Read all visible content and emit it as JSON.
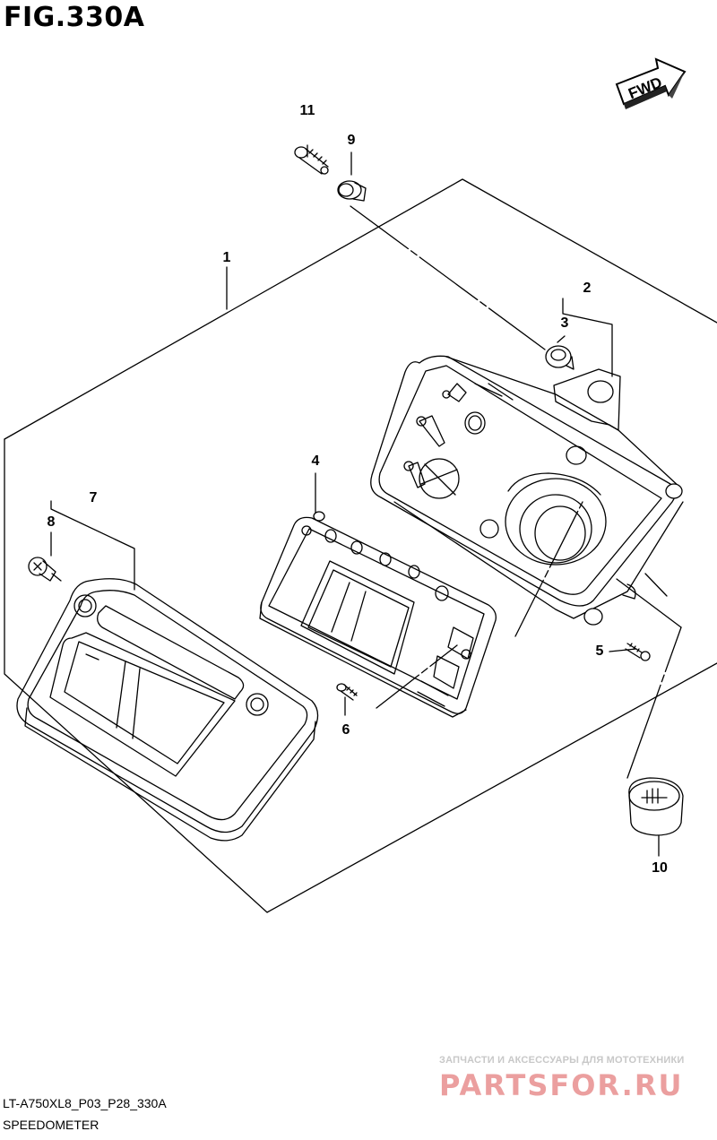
{
  "figure": {
    "title": "FIG.330A"
  },
  "direction_marker": {
    "label": "FWD"
  },
  "callouts": [
    {
      "id": "1",
      "label": "1"
    },
    {
      "id": "2",
      "label": "2"
    },
    {
      "id": "3",
      "label": "3"
    },
    {
      "id": "4",
      "label": "4"
    },
    {
      "id": "5",
      "label": "5"
    },
    {
      "id": "6",
      "label": "6"
    },
    {
      "id": "7",
      "label": "7"
    },
    {
      "id": "8",
      "label": "8"
    },
    {
      "id": "9",
      "label": "9"
    },
    {
      "id": "10",
      "label": "10"
    },
    {
      "id": "11",
      "label": "11"
    }
  ],
  "footer": {
    "model_code": "LT-A750XL8_P03_P28_330A",
    "section_name": "SPEEDOMETER"
  },
  "watermark": {
    "tagline": "ЗАПЧАСТИ И АКСЕССУАРЫ ДЛЯ МОТОТЕХНИКИ",
    "brand": "PARTSFOR.RU"
  },
  "colors": {
    "line": "#000000",
    "watermark": "#e07070",
    "watermark_sub": "#c8c8c8"
  }
}
